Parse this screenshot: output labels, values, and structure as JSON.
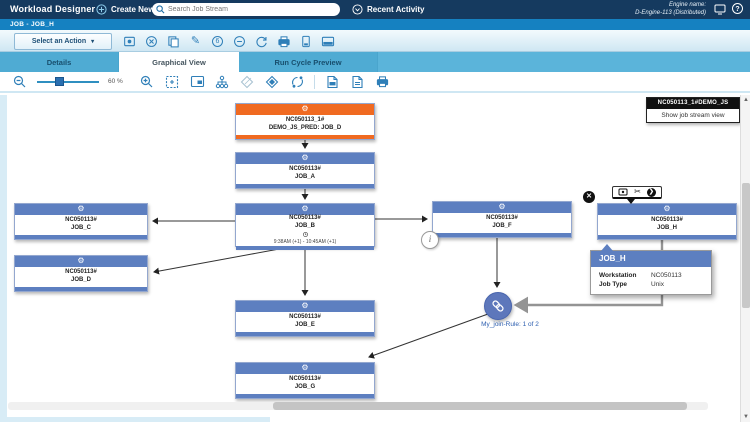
{
  "header": {
    "app_title": "Workload Designer",
    "create_new_label": "Create New",
    "search_placeholder": "Search Job Stream",
    "recent_activity_label": "Recent Activity",
    "engine_label": "Engine name:",
    "engine_value": "D-Engine-113 (Distributed)",
    "icon_names": [
      "plus-circle-icon",
      "search-icon",
      "chevron-circle-icon",
      "monitor-icon",
      "help-icon"
    ]
  },
  "breadcrumb": {
    "label": "JOB - JOB_H"
  },
  "action_bar": {
    "select_action_label": "Select an Action",
    "icon_names": [
      "square-dot-icon",
      "circle-x-icon",
      "copy-icon",
      "edit-pencil-icon",
      "circle-6-icon",
      "circle-minus-icon",
      "redo-icon",
      "print-icon",
      "panel-icon",
      "split-view-icon"
    ]
  },
  "tabs": [
    {
      "label": "Details",
      "active": false
    },
    {
      "label": "Graphical View",
      "active": true
    },
    {
      "label": "Run Cycle Preview",
      "active": false
    }
  ],
  "graph_toolbar": {
    "zoom_percent": "60 %",
    "icon_names": [
      "zoom-out-icon",
      "zoom-slider",
      "zoom-in-icon",
      "fit-to-window-icon",
      "minimap-icon",
      "tree-layout-icon",
      "diamond-outline-icon",
      "diamond-filled-icon",
      "circular-layout-icon",
      "export-pdf-icon",
      "export-image-icon",
      "print-view-icon"
    ]
  },
  "canvas": {
    "overlay": {
      "title": "NC050113_1#DEMO_JS",
      "action": "Show job stream view"
    },
    "nodes": {
      "pred": {
        "line1": "NC050113_1#",
        "line2": "DEMO_JS_PRED: JOB_D"
      },
      "job_a": {
        "line1": "NC050113#",
        "line2": "JOB_A"
      },
      "job_b": {
        "line1": "NC050113#",
        "line2": "JOB_B",
        "schedule": "9:38AM (+1) - 10:45AM (+1)"
      },
      "job_c": {
        "line1": "NC050113#",
        "line2": "JOB_C"
      },
      "job_d": {
        "line1": "NC050113#",
        "line2": "JOB_D"
      },
      "job_e": {
        "line1": "NC050113#",
        "line2": "JOB_E"
      },
      "job_f": {
        "line1": "NC050113#",
        "line2": "JOB_F"
      },
      "job_g": {
        "line1": "NC050113#",
        "line2": "JOB_G"
      },
      "job_h": {
        "line1": "NC050113#",
        "line2": "JOB_H"
      }
    },
    "join": {
      "label": "My_join-Rule: 1 of 2"
    },
    "badge_info": "i",
    "tooltip": {
      "title": "JOB_H",
      "rows": [
        {
          "label": "Workstation",
          "value": "NC050113"
        },
        {
          "label": "Job Type",
          "value": "Unix"
        }
      ]
    }
  },
  "colors": {
    "header_navy": "#153a5f",
    "breadcrumb_blue": "#1581c1",
    "tab_strip_blue": "#5bb4da",
    "node_blue": "#5d7fc0",
    "accent_orange": "#f06a21",
    "join_blue": "#5d77bb",
    "toolbar_icon_blue": "#2f7fb8"
  }
}
